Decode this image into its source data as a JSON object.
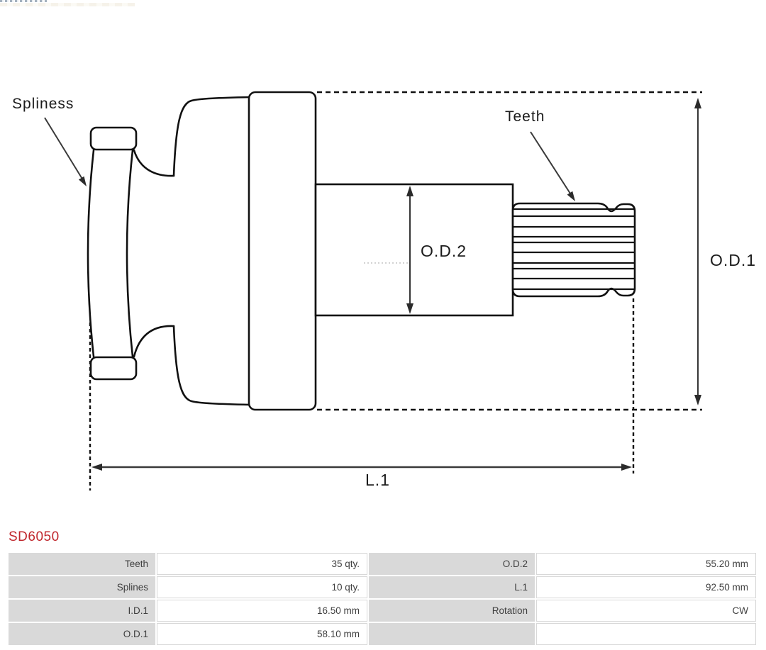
{
  "part_number": "SD6050",
  "diagram": {
    "labels": {
      "splines": "Spliness",
      "teeth": "Teeth",
      "od2": "O.D.2",
      "od1": "O.D.1",
      "l1": "L.1"
    }
  },
  "colors": {
    "part_number_red": "#c0272d",
    "drawing_line": "#111111",
    "dimension_line": "#3a3a3a",
    "table_label_bg": "#d9d9d9",
    "table_text": "#3f3f3f"
  },
  "spec_table": {
    "rows": [
      {
        "label_left": "Teeth",
        "value_left": "35 qty.",
        "label_right": "O.D.2",
        "value_right": "55.20 mm"
      },
      {
        "label_left": "Splines",
        "value_left": "10 qty.",
        "label_right": "L.1",
        "value_right": "92.50 mm"
      },
      {
        "label_left": "I.D.1",
        "value_left": "16.50 mm",
        "label_right": "Rotation",
        "value_right": "CW"
      },
      {
        "label_left": "O.D.1",
        "value_left": "58.10 mm",
        "label_right": "",
        "value_right": ""
      }
    ]
  }
}
